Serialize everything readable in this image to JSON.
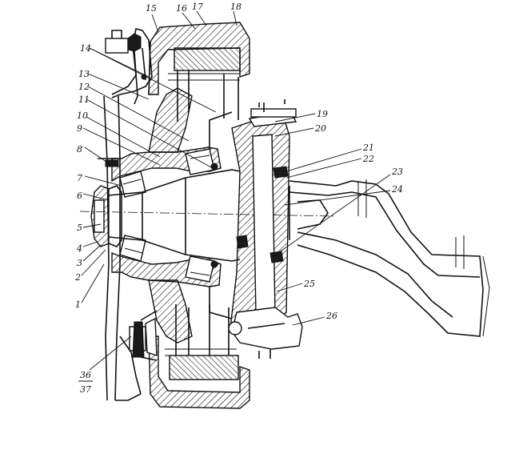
{
  "labels": [
    {
      "id": "1",
      "text": "1"
    },
    {
      "id": "2",
      "text": "2"
    },
    {
      "id": "3",
      "text": "3"
    },
    {
      "id": "4",
      "text": "4"
    },
    {
      "id": "5",
      "text": "5"
    },
    {
      "id": "6",
      "text": "6"
    },
    {
      "id": "7",
      "text": "7"
    },
    {
      "id": "8",
      "text": "8"
    },
    {
      "id": "9",
      "text": "9"
    },
    {
      "id": "10",
      "text": "10"
    },
    {
      "id": "11",
      "text": "11"
    },
    {
      "id": "12",
      "text": "12"
    },
    {
      "id": "13",
      "text": "13"
    },
    {
      "id": "14",
      "text": "14"
    },
    {
      "id": "15",
      "text": "15"
    },
    {
      "id": "16",
      "text": "16"
    },
    {
      "id": "17",
      "text": "17"
    },
    {
      "id": "18",
      "text": "18"
    },
    {
      "id": "19",
      "text": "19"
    },
    {
      "id": "20",
      "text": "20"
    },
    {
      "id": "21",
      "text": "21"
    },
    {
      "id": "22",
      "text": "22"
    },
    {
      "id": "23",
      "text": "23"
    },
    {
      "id": "24",
      "text": "24"
    },
    {
      "id": "25",
      "text": "25"
    },
    {
      "id": "26",
      "text": "26"
    },
    {
      "id": "36",
      "text": "36"
    },
    {
      "id": "37",
      "text": "37"
    }
  ]
}
